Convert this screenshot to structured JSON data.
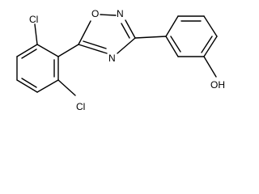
{
  "molecule": {
    "atoms": {
      "cl_top": "Cl",
      "cl_bottom": "Cl",
      "o_ring": "O",
      "n_ring_top": "N",
      "n_ring_bottom": "N",
      "oh": "OH"
    }
  },
  "colors": {
    "bond": "#000000",
    "text": "#000000",
    "background": "#ffffff"
  }
}
